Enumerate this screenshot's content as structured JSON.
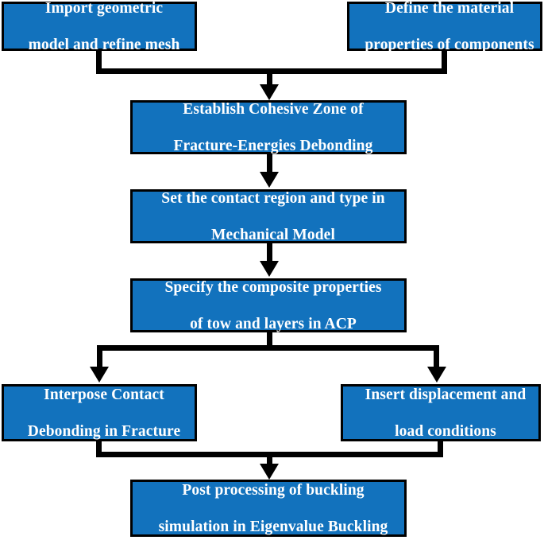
{
  "diagram": {
    "title": "Finite element simulation workflow flowchart",
    "colors": {
      "node_fill": "#1272bd",
      "node_border": "#000000",
      "node_text": "#ffffff",
      "connector": "#000000",
      "background": "#ffffff"
    },
    "nodes": [
      {
        "id": "import",
        "label": "Import geometric model and refine mesh"
      },
      {
        "id": "define",
        "label": "Define the material properties of components"
      },
      {
        "id": "cohesive",
        "label": "Establish Cohesive Zone of Fracture-Energies Debonding"
      },
      {
        "id": "contact",
        "label": "Set the contact region and type in Mechanical Model"
      },
      {
        "id": "composite",
        "label": "Specify the composite properties of tow and layers in ACP"
      },
      {
        "id": "interpose",
        "label": "Interpose Contact Debonding in Fracture"
      },
      {
        "id": "insert",
        "label": "Insert displacement and load conditions"
      },
      {
        "id": "post",
        "label": "Post processing of buckling simulation in Eigenvalue Buckling"
      }
    ],
    "node_lines": {
      "import": [
        "Import geometric",
        "model and refine mesh"
      ],
      "define": [
        "Define the material",
        "properties of components"
      ],
      "cohesive": [
        "Establish Cohesive Zone of",
        "Fracture-Energies Debonding"
      ],
      "contact": [
        "Set the contact region and type in",
        "Mechanical Model"
      ],
      "composite": [
        "Specify the composite properties",
        "of tow and layers in ACP"
      ],
      "interpose": [
        "Interpose Contact",
        "Debonding in Fracture"
      ],
      "insert": [
        "Insert displacement and",
        "load conditions"
      ],
      "post": [
        "Post processing of buckling",
        "simulation in Eigenvalue Buckling"
      ]
    },
    "edges": [
      {
        "from": "import",
        "to": "cohesive",
        "type": "merge"
      },
      {
        "from": "define",
        "to": "cohesive",
        "type": "merge"
      },
      {
        "from": "cohesive",
        "to": "contact",
        "type": "straight"
      },
      {
        "from": "contact",
        "to": "composite",
        "type": "straight"
      },
      {
        "from": "composite",
        "to": "interpose",
        "type": "split"
      },
      {
        "from": "composite",
        "to": "insert",
        "type": "split"
      },
      {
        "from": "interpose",
        "to": "post",
        "type": "merge"
      },
      {
        "from": "insert",
        "to": "post",
        "type": "merge"
      }
    ]
  }
}
